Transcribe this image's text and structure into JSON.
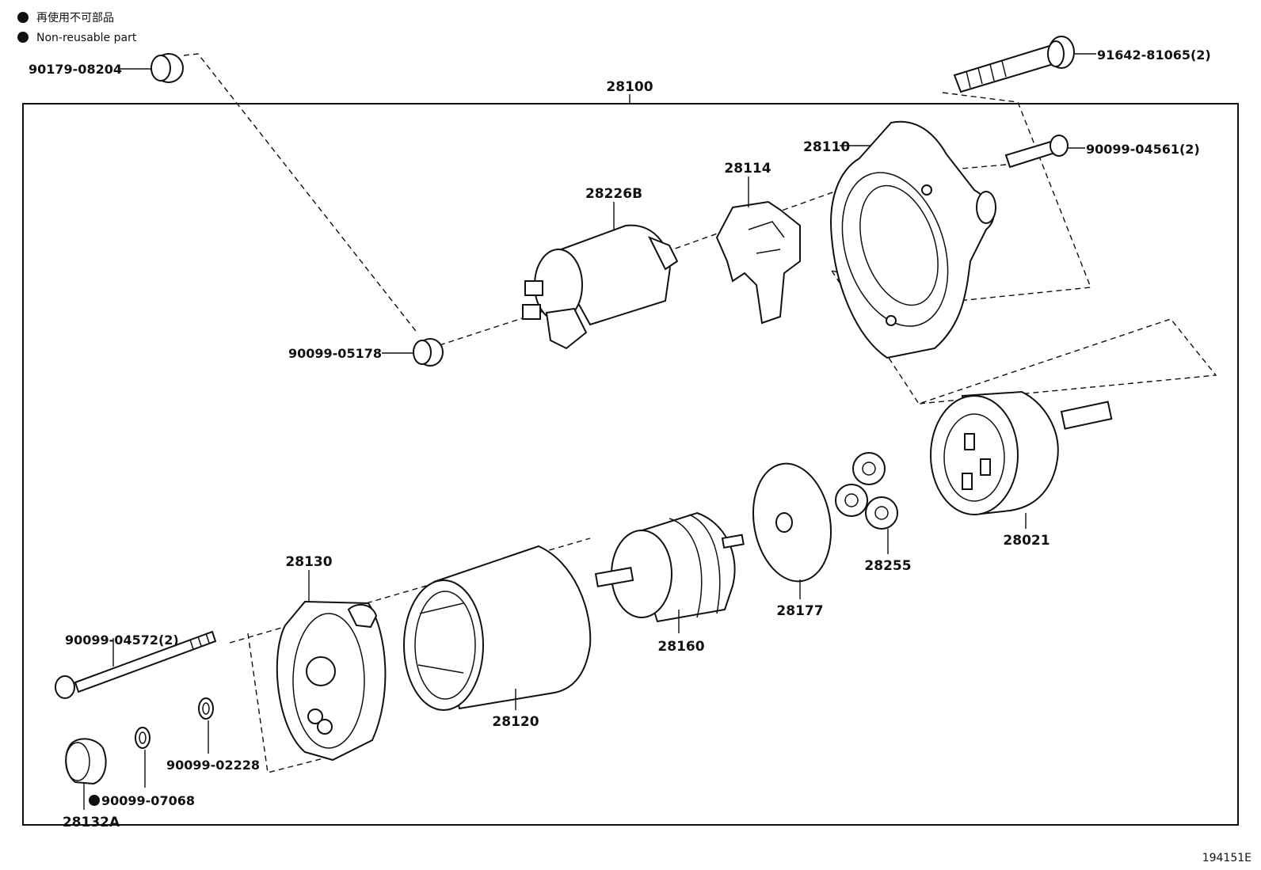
{
  "legend": {
    "japanese": "再使用不可部品",
    "english": "Non-reusable part"
  },
  "assembly_number": "28100",
  "parts": {
    "p90179": "90179-08204",
    "p91642": "91642-81065(2)",
    "p28110": "28110",
    "p90099_04561": "90099-04561(2)",
    "p28114": "28114",
    "p28226B": "28226B",
    "p90099_05178": "90099-05178",
    "p28021": "28021",
    "p28255": "28255",
    "p28177": "28177",
    "p28160": "28160",
    "p28130": "28130",
    "p28120": "28120",
    "p90099_04572": "90099-04572(2)",
    "p90099_02228": "90099-02228",
    "p90099_07068": "90099-07068",
    "p28132A": "28132A"
  },
  "non_reusable_marker": "●",
  "illustration_code": "194151E"
}
